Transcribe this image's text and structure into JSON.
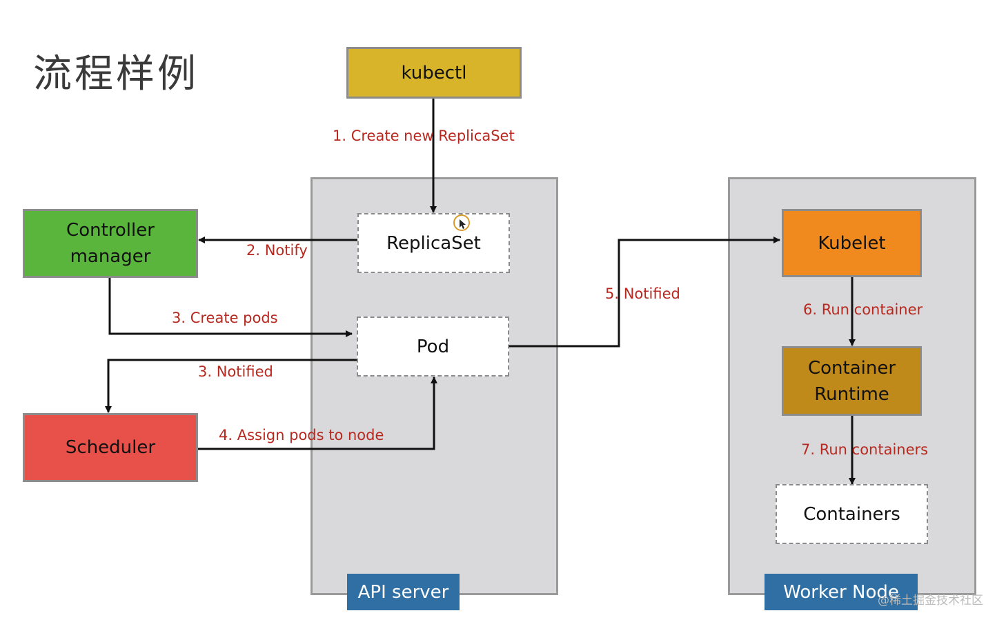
{
  "title": "流程样例",
  "nodes": {
    "kubectl": "kubectl",
    "controller_manager": [
      "Controller",
      "manager"
    ],
    "replicaset": "ReplicaSet",
    "pod": "Pod",
    "scheduler": "Scheduler",
    "kubelet": "Kubelet",
    "container_runtime": [
      "Container",
      "Runtime"
    ],
    "containers": "Containers"
  },
  "groups": {
    "api_server": "API server",
    "worker_node": "Worker Node"
  },
  "edges": {
    "create_replicaset": "1. Create new ReplicaSet",
    "notify": "2. Notify",
    "create_pods": "3. Create pods",
    "notified_scheduler": "3. Notified",
    "assign_pods": "4. Assign pods to node",
    "notified_kubelet": "5. Notified",
    "run_container": "6. Run container",
    "run_containers": "7. Run containers"
  },
  "colors": {
    "kubectl": "#d8b42a",
    "controller_manager": "#5ab53c",
    "scheduler": "#e8504a",
    "kubelet": "#f08a1e",
    "container_runtime": "#c08a1a",
    "group_tag": "#2f6fa3",
    "edge_label": "#b8281e"
  },
  "watermark": "@稀土掘金技术社区"
}
